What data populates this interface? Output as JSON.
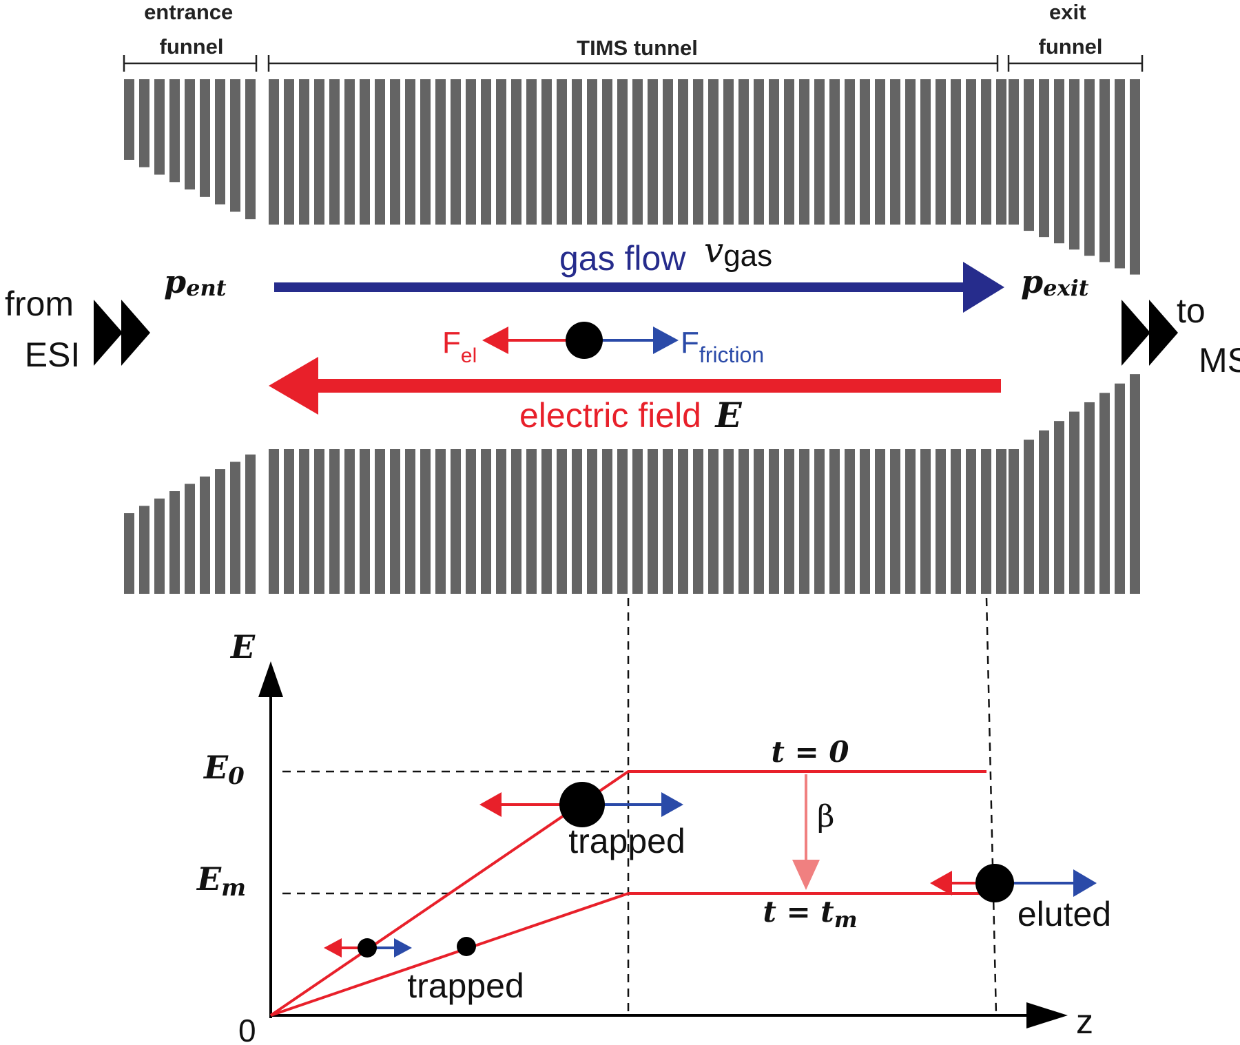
{
  "labels": {
    "entrance_funnel": [
      "entrance",
      "funnel"
    ],
    "tims_tunnel": "TIMS tunnel",
    "exit_funnel": [
      "exit",
      "funnel"
    ],
    "from_esi": [
      "from",
      "ESI"
    ],
    "to_ms": [
      "to",
      "MS"
    ],
    "p_ent": {
      "base": "p",
      "sub": "ent"
    },
    "p_exit": {
      "base": "p",
      "sub": "exit"
    },
    "gas_flow": "gas flow",
    "v_gas": {
      "base": "v",
      "sub": "gas"
    },
    "f_el": {
      "base": "F",
      "sub": "el"
    },
    "f_friction": {
      "base": "F",
      "sub": "friction"
    },
    "electric_field": "electric field",
    "electric_field_symbol": "E"
  },
  "plot": {
    "y_axis_label": "E",
    "x_axis_label": "z",
    "origin_label": "0",
    "e0": {
      "base": "E",
      "sub": "0"
    },
    "em": {
      "base": "E",
      "sub": "m"
    },
    "t0_label": "t = 0",
    "tm_label": {
      "base": "t = t",
      "sub": "m"
    },
    "beta": "β",
    "trapped_upper": "trapped",
    "trapped_lower": "trapped",
    "eluted": "eluted"
  },
  "colors": {
    "electrode": "#646464",
    "gas_flow": "#262c8c",
    "electric_field": "#e8202a",
    "friction": "#2a4aa8",
    "beta_arrow": "#f08080",
    "ion": "#000000"
  }
}
